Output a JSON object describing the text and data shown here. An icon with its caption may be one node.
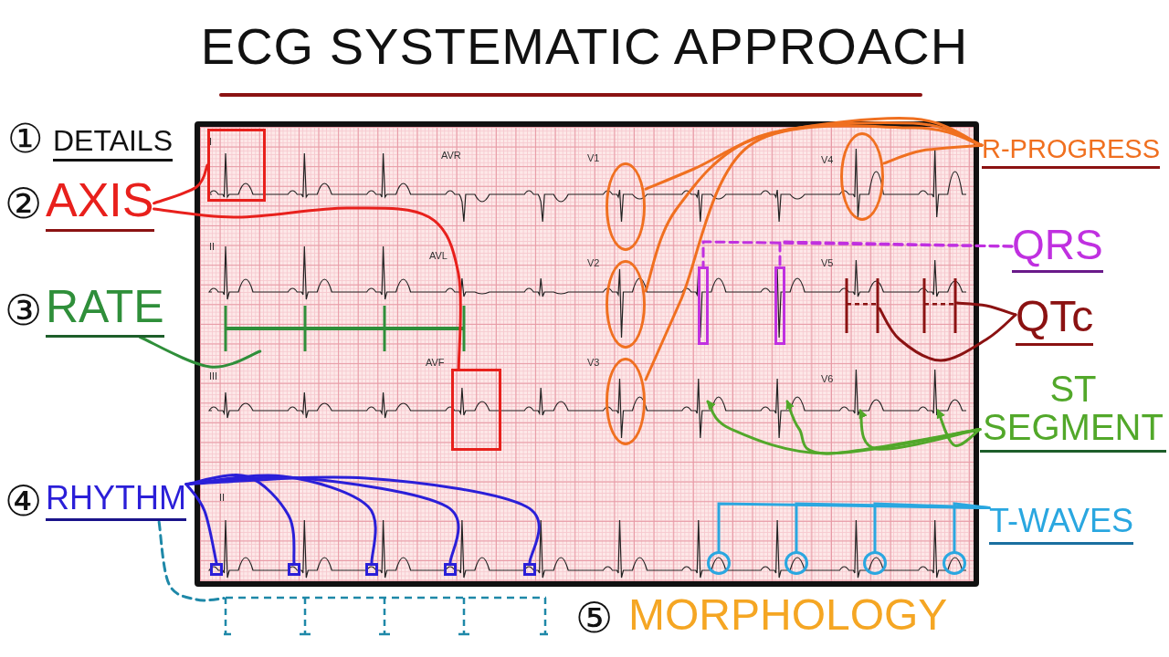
{
  "diagram": {
    "title": "ECG SYSTEMATIC APPROACH",
    "nodes": [
      {
        "text": [
          "②",
          "AXIS"
        ]
      },
      {
        "text": [],
        "shape": "box"
      },
      {
        "text": [],
        "shape": "box"
      },
      {
        "text": [
          "③",
          "RATE"
        ]
      },
      {
        "text": [],
        "shape": "bar"
      },
      {
        "text": [
          "④",
          "RHYTHM"
        ]
      },
      {
        "text": [],
        "shape": "box"
      },
      {
        "text": [],
        "shape": "box"
      },
      {
        "text": [],
        "shape": "box"
      },
      {
        "text": [],
        "shape": "box"
      },
      {
        "text": [],
        "shape": "box"
      },
      {
        "text": [],
        "shape": "bar"
      },
      {
        "text": [
          "R-PROGRESS"
        ]
      },
      {
        "text": [],
        "shape": "circle"
      },
      {
        "text": [],
        "shape": "circle"
      },
      {
        "text": [],
        "shape": "circle"
      },
      {
        "text": [],
        "shape": "circle"
      },
      {
        "text": [
          "QRS"
        ]
      },
      {
        "text": [],
        "shape": "box"
      },
      {
        "text": [],
        "shape": "box"
      },
      {
        "text": [
          "QTc"
        ]
      },
      {
        "text": [],
        "shape": "bar"
      },
      {
        "text": [],
        "shape": "bar"
      },
      {
        "text": [
          "ST SEGMENT"
        ]
      },
      {
        "text": [
          "T-WAVES"
        ]
      },
      {
        "text": [],
        "shape": "circle"
      },
      {
        "text": [],
        "shape": "circle"
      },
      {
        "text": [],
        "shape": "circle"
      },
      {
        "text": [],
        "shape": "circle"
      }
    ],
    "edges": [
      {
        "from": 0,
        "to": 1,
        "arrow": "none",
        "color": "#e8201c"
      },
      {
        "from": 0,
        "to": 2,
        "arrow": "none",
        "color": "#e8201c"
      },
      {
        "from": 3,
        "to": 4,
        "arrow": "none",
        "color": "#2f8f3a"
      },
      {
        "from": 5,
        "to": 6,
        "arrow": "none",
        "color": "#2b1fd8"
      },
      {
        "from": 5,
        "to": 7,
        "arrow": "none",
        "color": "#2b1fd8"
      },
      {
        "from": 5,
        "to": 8,
        "arrow": "none",
        "color": "#2b1fd8"
      },
      {
        "from": 5,
        "to": 9,
        "arrow": "none",
        "color": "#2b1fd8"
      },
      {
        "from": 5,
        "to": 10,
        "arrow": "none",
        "color": "#2b1fd8"
      },
      {
        "from": 5,
        "to": 11,
        "arrow": "none",
        "style": "dashed",
        "color": "#1e88a8"
      },
      {
        "from": 12,
        "to": 13,
        "arrow": "none",
        "color": "#f07020"
      },
      {
        "from": 12,
        "to": 14,
        "arrow": "none",
        "color": "#f07020"
      },
      {
        "from": 12,
        "to": 15,
        "arrow": "none",
        "color": "#f07020"
      },
      {
        "from": 12,
        "to": 16,
        "arrow": "none",
        "color": "#f07020"
      },
      {
        "from": 17,
        "to": 18,
        "arrow": "none",
        "style": "dashed",
        "color": "#c030e0"
      },
      {
        "from": 17,
        "to": 19,
        "arrow": "none",
        "style": "dashed",
        "color": "#c030e0"
      },
      {
        "from": 20,
        "to": 21,
        "arrow": "none",
        "color": "#8b1212"
      },
      {
        "from": 20,
        "to": 22,
        "arrow": "none",
        "color": "#8b1212"
      },
      {
        "from": 23,
        "to": null,
        "arrow": "to",
        "color": "#52a82a"
      },
      {
        "from": 23,
        "to": null,
        "arrow": "to",
        "color": "#52a82a"
      },
      {
        "from": 23,
        "to": null,
        "arrow": "to",
        "color": "#52a82a"
      },
      {
        "from": 23,
        "to": null,
        "arrow": "to",
        "color": "#52a82a"
      },
      {
        "from": 24,
        "to": 25,
        "arrow": "none",
        "color": "#2aa7e0"
      },
      {
        "from": 24,
        "to": 26,
        "arrow": "none",
        "color": "#2aa7e0"
      },
      {
        "from": 24,
        "to": 27,
        "arrow": "none",
        "color": "#2aa7e0"
      },
      {
        "from": 24,
        "to": 28,
        "arrow": "none",
        "color": "#2aa7e0"
      }
    ],
    "labels": [
      "①",
      "DETAILS",
      "I",
      "AVR",
      "V1",
      "V4",
      "II",
      "AVL",
      "V2",
      "V5",
      "III",
      "AVF",
      "V3",
      "V6",
      "II",
      "⑤",
      "MORPHOLOGY"
    ]
  }
}
